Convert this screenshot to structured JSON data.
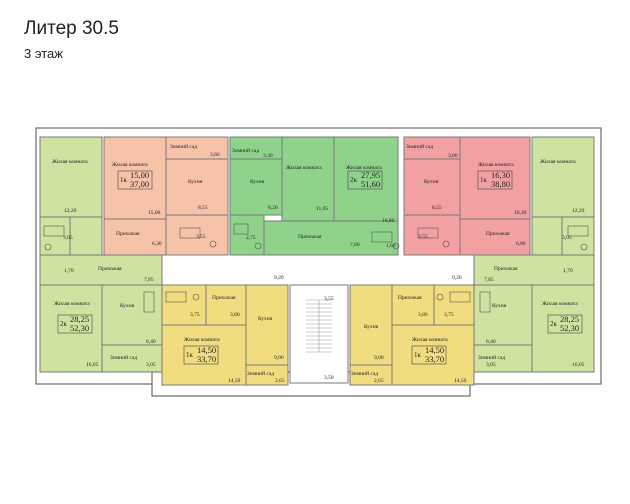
{
  "header": {
    "title": "Литер 30.5",
    "floor": "3 этаж"
  },
  "colors": {
    "one_room_peach": "#f6c3a8",
    "one_room_pink": "#f3a0a3",
    "two_room_lime": "#cfe3a0",
    "two_room_green": "#8fd38a",
    "one_room_yellow": "#f1dc7f",
    "walls": "#6b6b6b",
    "common": "#ffffff"
  },
  "labels": {
    "living": "Жилая комната",
    "kitchen": "Кухня",
    "hall": "Прихожая",
    "winter_garden": "Зимний сад"
  },
  "apartments": {
    "a1": {
      "type": "1к",
      "living": "15,00",
      "total": "37,00"
    },
    "a2": {
      "type": "2к",
      "living": "27,95",
      "total": "51,60"
    },
    "a3": {
      "type": "1к",
      "living": "16,30",
      "total": "38,80"
    },
    "a4": {
      "type": "2к",
      "living": "28,25",
      "total": "52,30"
    },
    "a5": {
      "type": "1к",
      "living": "14,50",
      "total": "33,70"
    },
    "a6": {
      "type": "1к",
      "living": "14,50",
      "total": "33,70"
    },
    "a7": {
      "type": "2к",
      "living": "28,25",
      "total": "52,30"
    }
  },
  "areas": {
    "v12_20": "12,20",
    "v3_05": "3,05",
    "v1_70": "1,70",
    "v7_85": "7,85",
    "v15_00": "15,00",
    "v6_30": "6,30",
    "v3_60": "3,60",
    "v8_55": "8,55",
    "v3_55": "3,55",
    "v3_30": "3,30",
    "v8_20": "8,20",
    "v2_75": "2,75",
    "v11_05": "11,05",
    "v16_80": "16,80",
    "v7_80": "7,80",
    "v1_60": "1,60",
    "v6_80": "6,80",
    "v16_30": "16,30",
    "v9_20": "9,20",
    "v3_75": "3,75",
    "v3_80": "3,80",
    "v9_00": "9,00",
    "v14_50": "14,50",
    "v2_65": "2,65",
    "v8_40": "8,40",
    "v16_05": "16,05",
    "v3_55b": "3,55",
    "v3_50": "3,50"
  }
}
